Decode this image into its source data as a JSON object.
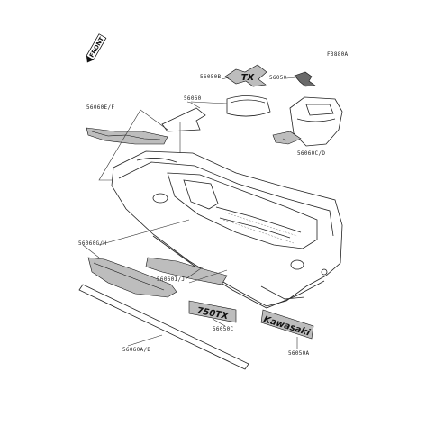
{
  "figure_code": "F3880A",
  "front_badge": "FRONT",
  "parts": {
    "p56050B": "56050B",
    "p56050": "56050",
    "p56060": "56060",
    "p56060EF": "56060E/F",
    "p56060CD": "56060C/D",
    "p56060GH": "56060G/H",
    "p56060IJ": "56060I/J",
    "p56050C": "56050C",
    "p56060AB": "56060A/B",
    "p56050A": "56050A"
  },
  "decal_text": {
    "tx": "TX",
    "model": "750TX",
    "brand": "Kawasaki"
  },
  "colors": {
    "line": "#222222",
    "decal_fill": "#bdbdbd",
    "decal_dark": "#6a6a6a"
  }
}
